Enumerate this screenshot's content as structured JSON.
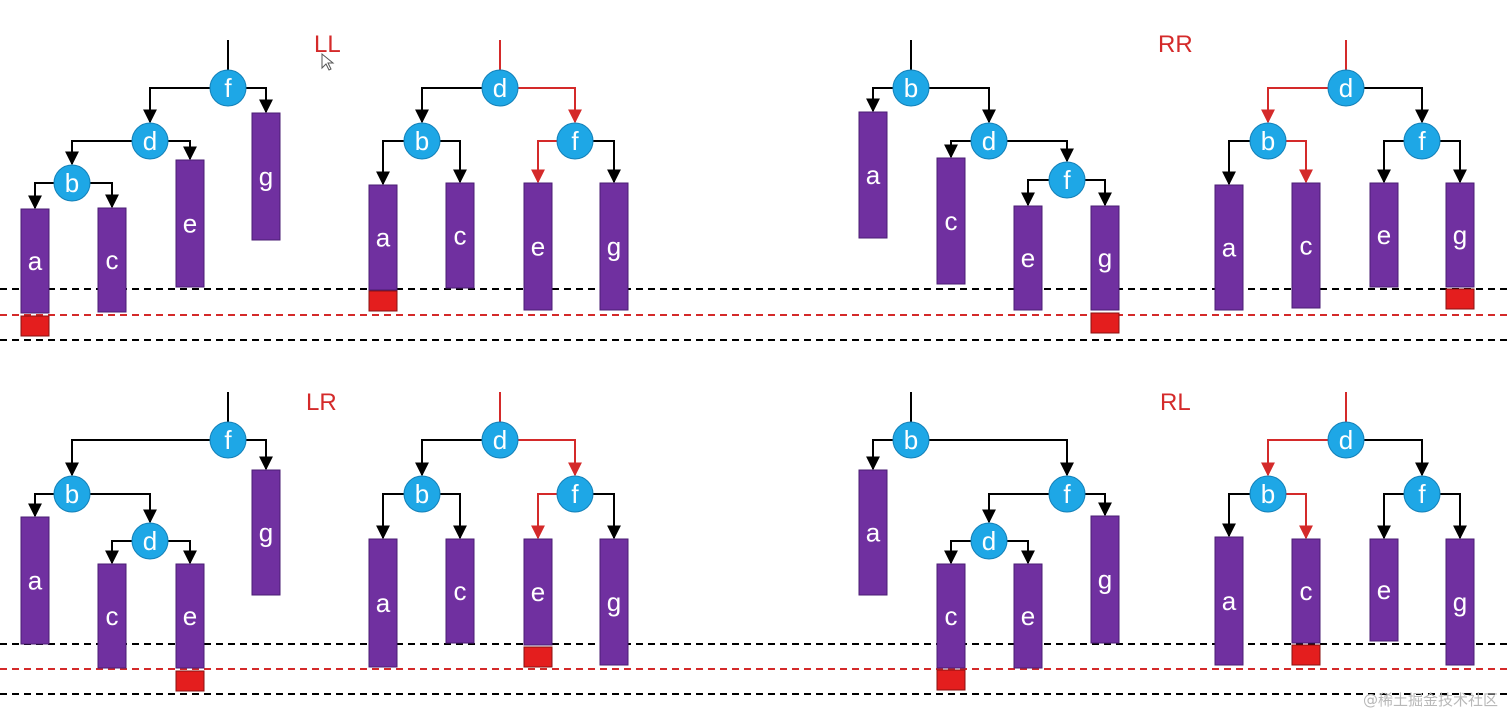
{
  "colors": {
    "node": "#1ea7e6",
    "leaf": "#7030a0",
    "edge": "#000000",
    "highlight": "#d42a2a",
    "black_dash": "#000000",
    "red_dash": "#d42a2a"
  },
  "cases": [
    {
      "label": "LL",
      "before": {
        "nodes": [
          {
            "id": "f",
            "label": "f",
            "root": true
          },
          {
            "id": "d",
            "label": "d"
          },
          {
            "id": "b",
            "label": "b"
          }
        ],
        "leaves": [
          {
            "id": "a",
            "label": "a",
            "extra": true
          },
          {
            "id": "c",
            "label": "c"
          },
          {
            "id": "e",
            "label": "e"
          },
          {
            "id": "g",
            "label": "g"
          }
        ]
      },
      "after": {
        "nodes": [
          {
            "id": "d",
            "label": "d",
            "root": true
          },
          {
            "id": "b",
            "label": "b"
          },
          {
            "id": "f",
            "label": "f"
          }
        ],
        "leaves": [
          {
            "id": "a",
            "label": "a",
            "extra": true
          },
          {
            "id": "c",
            "label": "c"
          },
          {
            "id": "e",
            "label": "e"
          },
          {
            "id": "g",
            "label": "g"
          }
        ]
      }
    },
    {
      "label": "RR",
      "before": {
        "nodes": [
          {
            "id": "b",
            "label": "b",
            "root": true
          },
          {
            "id": "d",
            "label": "d"
          },
          {
            "id": "f",
            "label": "f"
          }
        ],
        "leaves": [
          {
            "id": "a",
            "label": "a"
          },
          {
            "id": "c",
            "label": "c"
          },
          {
            "id": "e",
            "label": "e"
          },
          {
            "id": "g",
            "label": "g",
            "extra": true
          }
        ]
      },
      "after": {
        "nodes": [
          {
            "id": "d",
            "label": "d",
            "root": true
          },
          {
            "id": "b",
            "label": "b"
          },
          {
            "id": "f",
            "label": "f"
          }
        ],
        "leaves": [
          {
            "id": "a",
            "label": "a"
          },
          {
            "id": "c",
            "label": "c"
          },
          {
            "id": "e",
            "label": "e"
          },
          {
            "id": "g",
            "label": "g",
            "extra": true
          }
        ]
      }
    },
    {
      "label": "LR",
      "before": {
        "nodes": [
          {
            "id": "f",
            "label": "f",
            "root": true
          },
          {
            "id": "b",
            "label": "b"
          },
          {
            "id": "d",
            "label": "d"
          }
        ],
        "leaves": [
          {
            "id": "a",
            "label": "a"
          },
          {
            "id": "c",
            "label": "c"
          },
          {
            "id": "e",
            "label": "e",
            "extra": true
          },
          {
            "id": "g",
            "label": "g"
          }
        ]
      },
      "after": {
        "nodes": [
          {
            "id": "d",
            "label": "d",
            "root": true
          },
          {
            "id": "b",
            "label": "b"
          },
          {
            "id": "f",
            "label": "f"
          }
        ],
        "leaves": [
          {
            "id": "a",
            "label": "a"
          },
          {
            "id": "c",
            "label": "c"
          },
          {
            "id": "e",
            "label": "e",
            "extra": true
          },
          {
            "id": "g",
            "label": "g"
          }
        ]
      }
    },
    {
      "label": "RL",
      "before": {
        "nodes": [
          {
            "id": "b",
            "label": "b",
            "root": true
          },
          {
            "id": "f",
            "label": "f"
          },
          {
            "id": "d",
            "label": "d"
          }
        ],
        "leaves": [
          {
            "id": "a",
            "label": "a"
          },
          {
            "id": "c",
            "label": "c",
            "extra": true
          },
          {
            "id": "e",
            "label": "e"
          },
          {
            "id": "g",
            "label": "g"
          }
        ]
      },
      "after": {
        "nodes": [
          {
            "id": "d",
            "label": "d",
            "root": true
          },
          {
            "id": "b",
            "label": "b"
          },
          {
            "id": "f",
            "label": "f"
          }
        ],
        "leaves": [
          {
            "id": "a",
            "label": "a"
          },
          {
            "id": "c",
            "label": "c",
            "extra": true
          },
          {
            "id": "e",
            "label": "e"
          },
          {
            "id": "g",
            "label": "g"
          }
        ]
      }
    }
  ],
  "watermark": "@稀土掘金技术社区"
}
